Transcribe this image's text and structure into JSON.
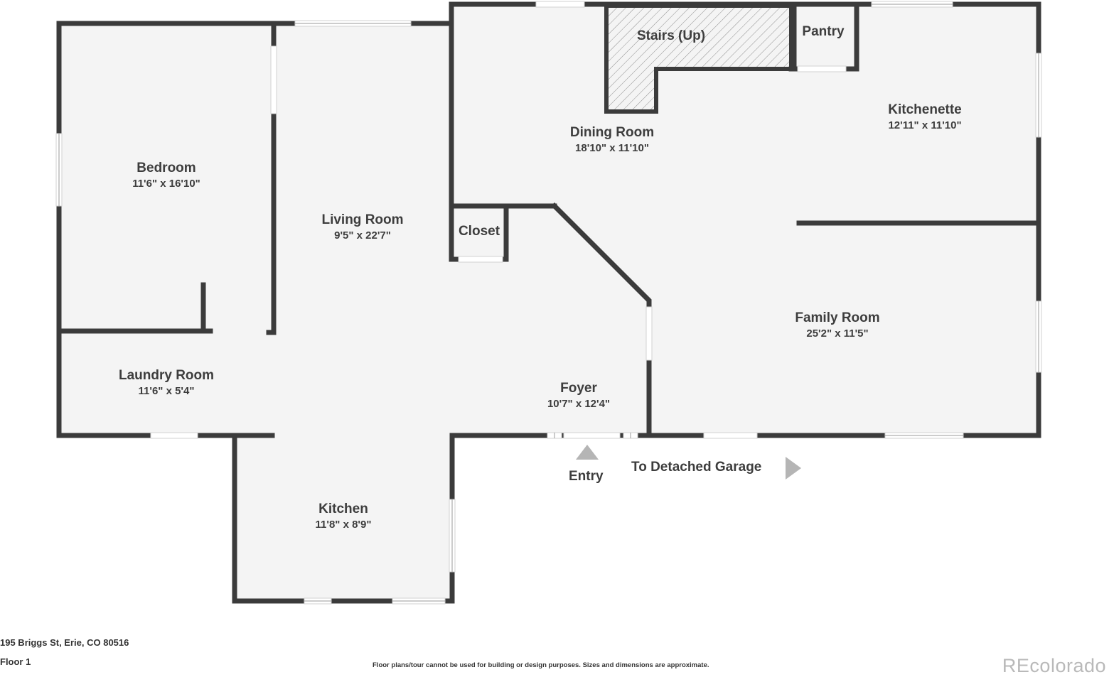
{
  "rooms": {
    "bedroom": {
      "name": "Bedroom",
      "dims": "11'6\" x 16'10\""
    },
    "living_room": {
      "name": "Living Room",
      "dims": "9'5\" x 22'7\""
    },
    "dining_room": {
      "name": "Dining Room",
      "dims": "18'10\" x 11'10\""
    },
    "kitchenette": {
      "name": "Kitchenette",
      "dims": "12'11\" x 11'10\""
    },
    "closet": {
      "name": "Closet"
    },
    "stairs": {
      "name": "Stairs (Up)"
    },
    "pantry": {
      "name": "Pantry"
    },
    "family_room": {
      "name": "Family Room",
      "dims": "25'2\" x 11'5\""
    },
    "laundry_room": {
      "name": "Laundry Room",
      "dims": "11'6\" x 5'4\""
    },
    "foyer": {
      "name": "Foyer",
      "dims": "10'7\" x 12'4\""
    },
    "kitchen": {
      "name": "Kitchen",
      "dims": "11'8\" x 8'9\""
    }
  },
  "annotations": {
    "entry": "Entry",
    "garage": "To Detached Garage"
  },
  "footer": {
    "address": "195 Briggs St, Erie, CO 80516",
    "floor": "Floor 1",
    "disclaimer": "Floor plans/tour cannot be used for building or design purposes. Sizes and dimensions are approximate.",
    "brand": "REcolorado"
  },
  "colors": {
    "wall": "#3b3b3b",
    "floor": "#f4f4f4",
    "window": "#ffffff",
    "arrow": "#b5b5b5",
    "text": "#3d3d3d"
  }
}
